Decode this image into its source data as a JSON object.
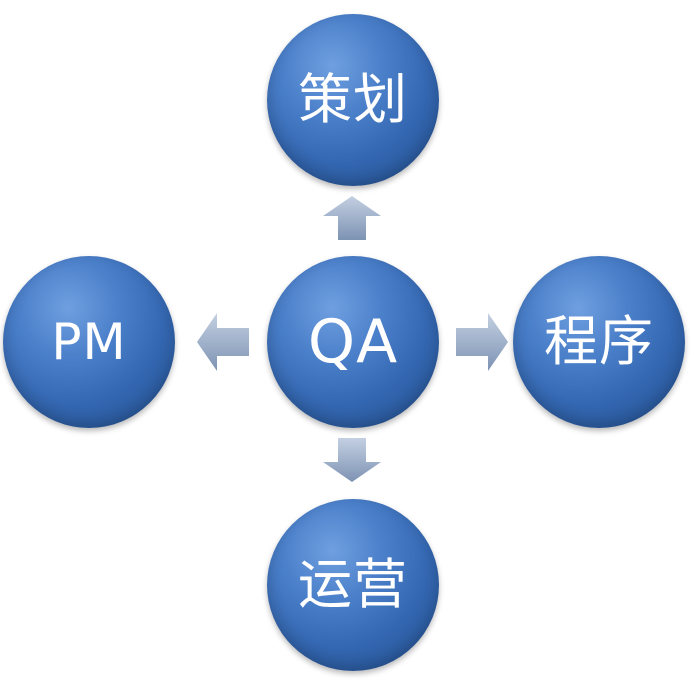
{
  "nodes": {
    "top": {
      "label": "策划"
    },
    "left": {
      "label": "PM"
    },
    "center": {
      "label": "QA"
    },
    "right": {
      "label": "程序"
    },
    "bottom": {
      "label": "运营"
    }
  },
  "colors": {
    "node_highlight": "#6f9fe0",
    "node_mid": "#3366b0",
    "node_shadow": "#23508f",
    "node_text": "#ffffff",
    "arrow_light": "#c4d0e2",
    "arrow_dark": "#7d93b3"
  }
}
